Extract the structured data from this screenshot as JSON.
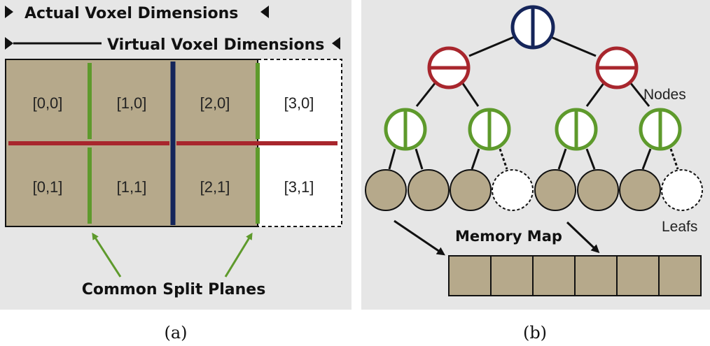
{
  "panel_a": {
    "actual_dims_label": "Actual Voxel Dimensions",
    "virtual_dims_label": "Virtual Voxel Dimensions",
    "cells": [
      "[0,0]",
      "[1,0]",
      "[2,0]",
      "[3,0]",
      "[0,1]",
      "[1,1]",
      "[2,1]",
      "[3,1]"
    ],
    "split_planes_label": "Common Split Planes",
    "caption": "(a)"
  },
  "panel_b": {
    "nodes_label": "Nodes",
    "leafs_label": "Leafs",
    "memory_map_label": "Memory Map",
    "caption": "(b)"
  },
  "colors": {
    "panel_background": "#e6e6e6",
    "voxel_fill": "#b6a98b",
    "root_blue": "#15255a",
    "node_red": "#a8262d",
    "node_green": "#5e9a2c",
    "leaf_fill": "#b6a98b"
  }
}
